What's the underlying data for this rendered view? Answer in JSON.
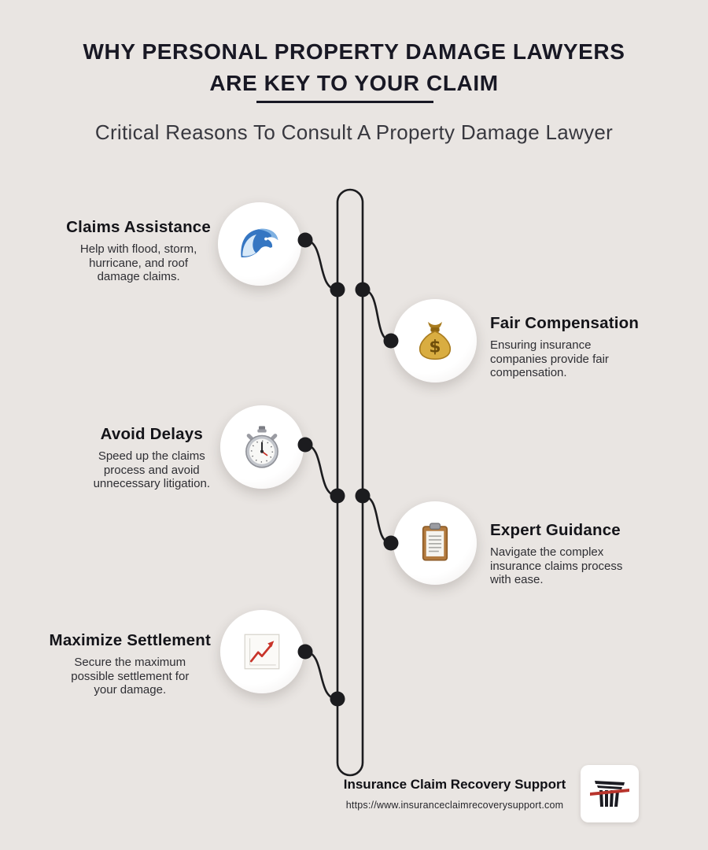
{
  "header": {
    "title_line1": "WHY PERSONAL PROPERTY DAMAGE LAWYERS",
    "title_line2": "ARE KEY TO YOUR CLAIM",
    "subtitle": "Critical Reasons To Consult A Property Damage Lawyer"
  },
  "items": [
    {
      "side": "left",
      "title": "Claims Assistance",
      "icon": "ocean-wave-icon",
      "desc_lines": [
        "Help with flood, storm,",
        "hurricane, and roof",
        "damage claims."
      ]
    },
    {
      "side": "right",
      "title": "Fair Compensation",
      "icon": "money-bag-icon",
      "desc_lines": [
        "Ensuring insurance",
        "companies provide fair",
        "compensation."
      ]
    },
    {
      "side": "left",
      "title": "Avoid Delays",
      "icon": "stopwatch-icon",
      "desc_lines": [
        "Speed up the claims",
        "process and avoid",
        "unnecessary litigation."
      ]
    },
    {
      "side": "right",
      "title": "Expert Guidance",
      "icon": "clipboard-icon",
      "desc_lines": [
        "Navigate the complex",
        "insurance claims process",
        "with ease."
      ]
    },
    {
      "side": "left",
      "title": "Maximize Settlement",
      "icon": "line-chart-icon",
      "desc_lines": [
        "Secure the maximum",
        "possible settlement for",
        "your damage."
      ]
    }
  ],
  "footer": {
    "brand": "Insurance Claim Recovery Support",
    "url": "https://www.insuranceclaimrecoverysupport.com",
    "logo": "pillar-logo-icon"
  },
  "colors": {
    "background": "#e9e5e2",
    "ink": "#181824",
    "timeline_line": "#1c1c1f",
    "accent_red": "#c8342a",
    "money_gold": "#d9ad41",
    "wave_blue": "#3576c2"
  }
}
